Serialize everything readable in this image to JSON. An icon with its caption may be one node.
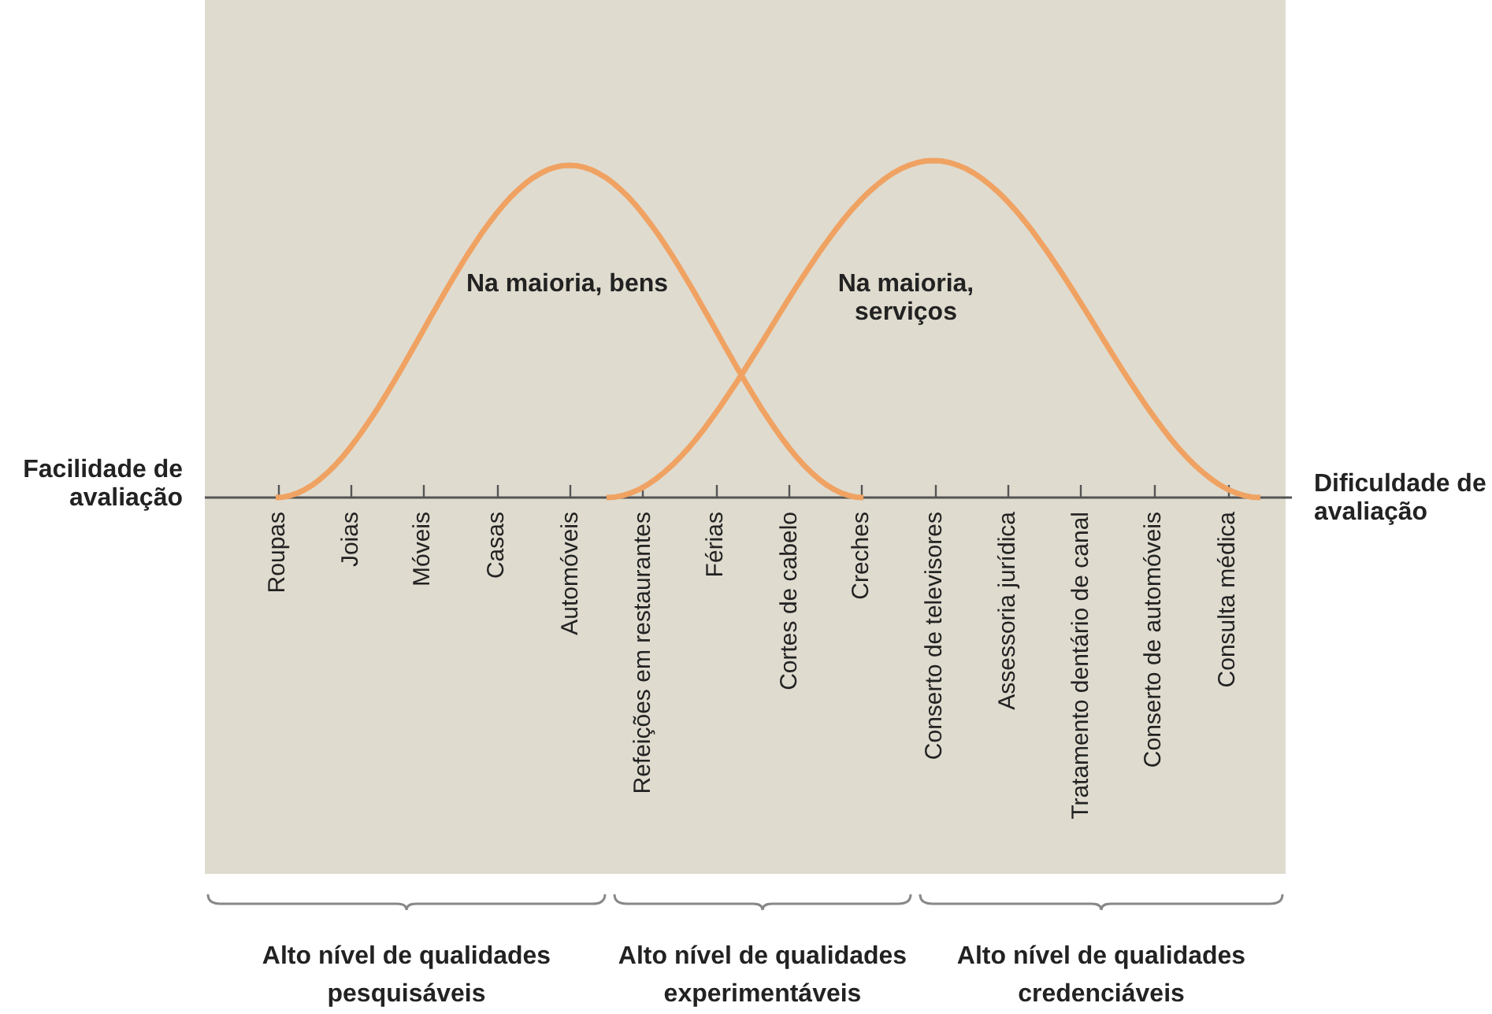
{
  "diagram": {
    "labels": [
      "Na maioria, bens",
      "Na maioria, serviços",
      "Facilidade de avaliação",
      "Dificuldade de avaliação",
      "Roupas",
      "Joias",
      "Móveis",
      "Casas",
      "Automóveis",
      "Refeições em restaurantes",
      "Férias",
      "Cortes de cabelo",
      "Creches",
      "Conserto de televisores",
      "Assessoria jurídica",
      "Tratamento dentário de canal",
      "Conserto de automóveis",
      "Consulta médica",
      "Alto nível de qualidades pesquisáveis",
      "Alto nível de qualidades experimentáveis",
      "Alto nível de qualidades credenciáveis"
    ]
  }
}
